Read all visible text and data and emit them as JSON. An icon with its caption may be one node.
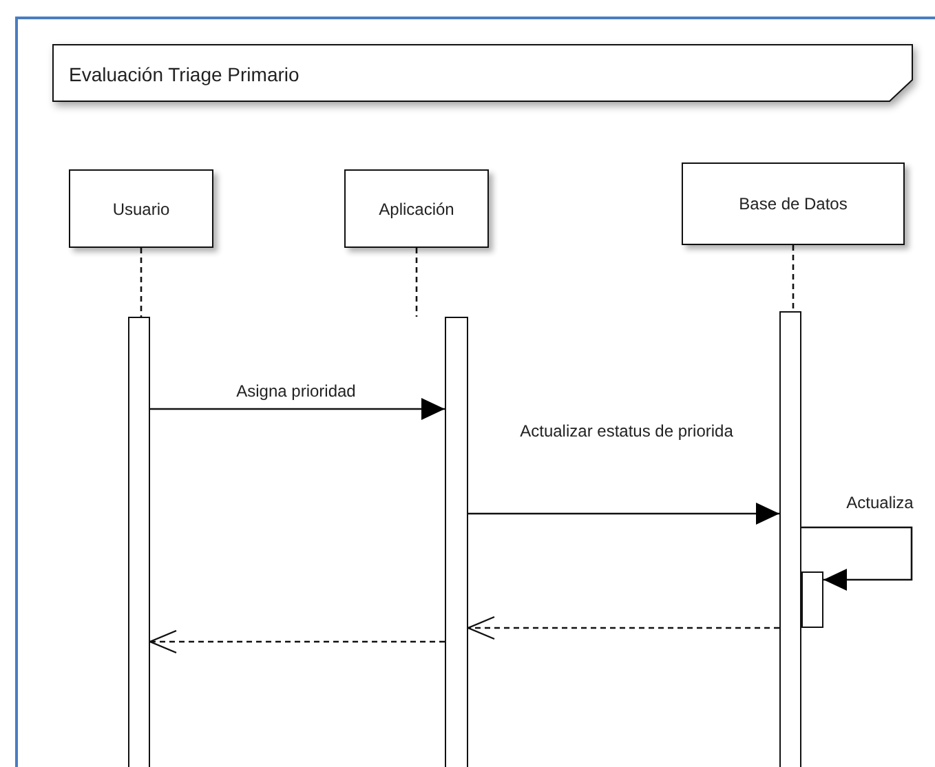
{
  "diagram": {
    "title": "Evaluación Triage Primario",
    "nodes": [
      {
        "text": [
          "Usuario"
        ]
      },
      {
        "text": [
          "Aplicación"
        ]
      },
      {
        "text": [
          "Base de Datos"
        ]
      },
      {
        "text": [],
        "shape": "bar"
      },
      {
        "text": [],
        "shape": "bar"
      },
      {
        "text": [],
        "shape": "bar"
      },
      {
        "text": [],
        "shape": "bar"
      }
    ],
    "edges": [
      {
        "from": 0,
        "to": 3,
        "arrow": "none",
        "style": "dashed"
      },
      {
        "from": 1,
        "to": 4,
        "arrow": "none",
        "style": "dashed"
      },
      {
        "from": 2,
        "to": 5,
        "arrow": "none",
        "style": "dashed"
      },
      {
        "from": 3,
        "to": 4,
        "arrow": "to",
        "label": "Asigna prioridad"
      },
      {
        "from": 4,
        "to": 5,
        "arrow": "to",
        "label": "Actualizar estatus de priorida"
      },
      {
        "from": 5,
        "to": 6,
        "arrow": "to",
        "label": "Actualiza"
      },
      {
        "from": 5,
        "to": 4,
        "arrow": "to",
        "style": "dashed"
      },
      {
        "from": 4,
        "to": 3,
        "arrow": "to",
        "style": "dashed"
      }
    ]
  }
}
